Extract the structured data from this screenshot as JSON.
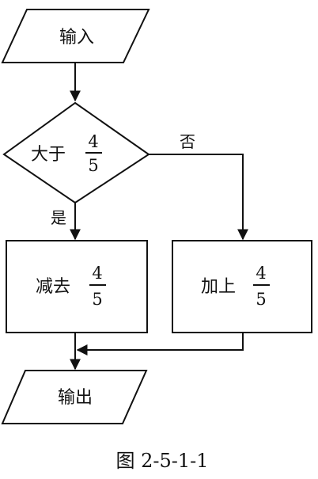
{
  "flowchart": {
    "input_label": "输入",
    "decision": {
      "prefix": "大于",
      "fraction_numerator": "4",
      "fraction_denominator": "5"
    },
    "yes_branch": {
      "label": "是",
      "action_prefix": "减去",
      "fraction_numerator": "4",
      "fraction_denominator": "5"
    },
    "no_branch": {
      "label": "否",
      "action_prefix": "加上",
      "fraction_numerator": "4",
      "fraction_denominator": "5"
    },
    "output_label": "输出"
  },
  "caption": "图 2-5-1-1"
}
